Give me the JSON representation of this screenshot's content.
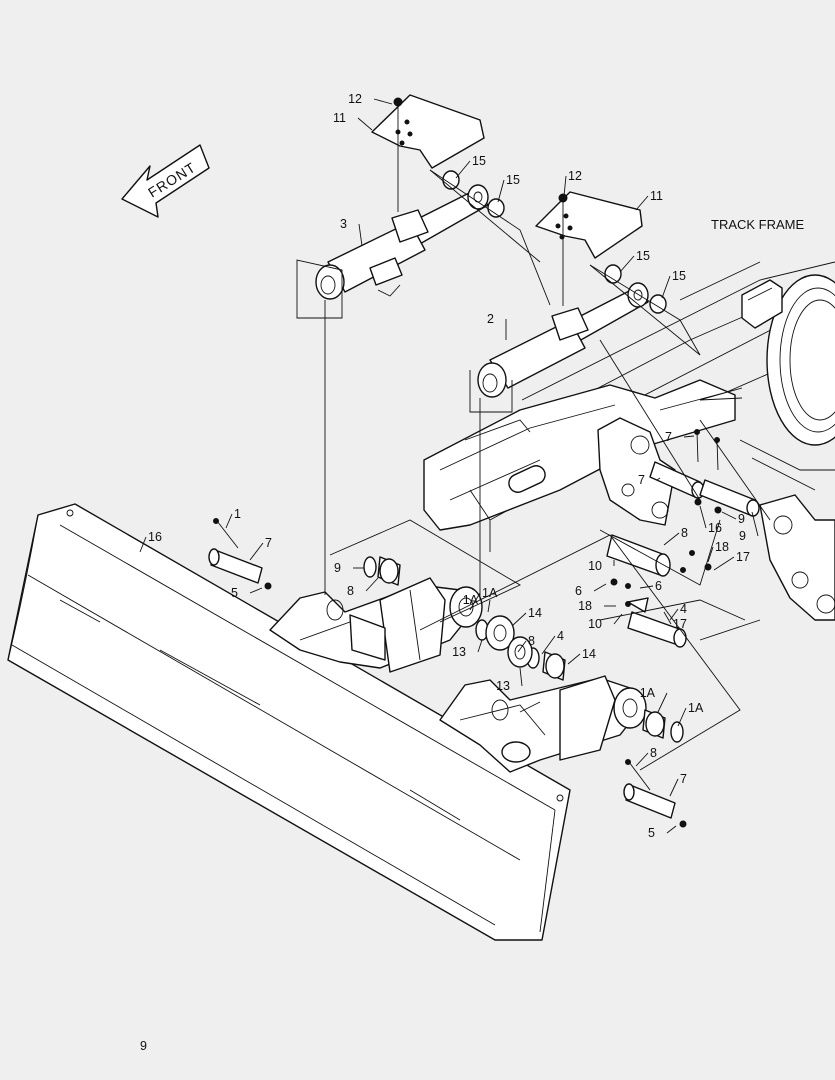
{
  "labels": {
    "front": "FRONT",
    "track_frame": "TRACK FRAME"
  },
  "callouts": [
    "12",
    "11",
    "15",
    "15",
    "3",
    "12",
    "11",
    "15",
    "15",
    "2",
    "7",
    "7",
    "16",
    "9",
    "9",
    "16",
    "1",
    "7",
    "5",
    "9",
    "8",
    "1A",
    "1A",
    "14",
    "13",
    "8",
    "18",
    "17",
    "6",
    "6",
    "18",
    "17",
    "10",
    "10",
    "4",
    "4",
    "8",
    "13",
    "14",
    "1A",
    "1A",
    "8",
    "7",
    "5",
    "9"
  ]
}
